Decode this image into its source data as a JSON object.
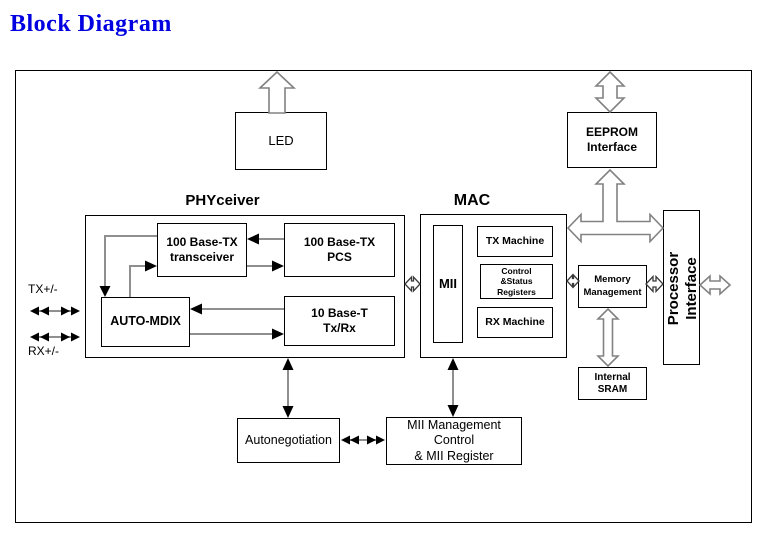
{
  "page_title": "Block Diagram",
  "colors": {
    "title_blue": "#0000e0",
    "connector_gray": "#8f8f8f",
    "line_black": "#000000"
  },
  "sections": {
    "phyceiver": "PHYceiver",
    "mac": "MAC"
  },
  "boxes": {
    "led": "LED",
    "eeprom": "EEPROM\nInterface",
    "transceiver": "100 Base-TX\ntransceiver",
    "pcs": "100 Base-TX\nPCS",
    "automdix": "AUTO-MDIX",
    "baset": "10 Base-T\nTx/Rx",
    "mii": "MII",
    "tx_machine": "TX Machine",
    "csr": "Control\n&Status\nRegisters",
    "rx_machine": "RX Machine",
    "mem_mgmt": "Memory\nManagement",
    "processor_iface": "Processor\nInterface",
    "sram": "Internal\nSRAM",
    "autoneg": "Autonegotiation",
    "mii_mgmt": "MII Management\nControl\n& MII Register"
  },
  "labels": {
    "tx_pair": "TX+/-",
    "rx_pair": "RX+/-"
  }
}
